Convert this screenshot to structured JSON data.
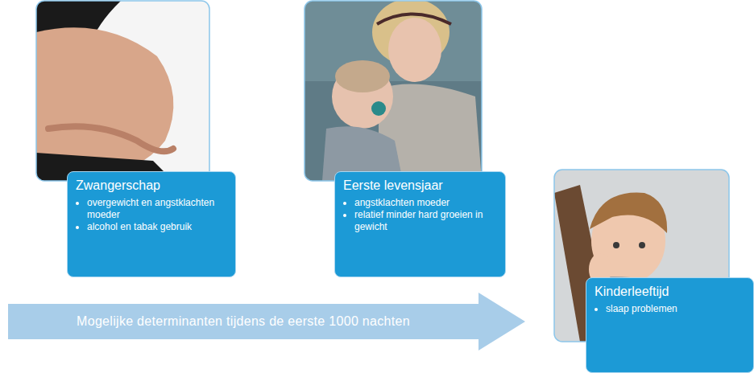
{
  "diagram": {
    "nodes": [
      {
        "text": [
          "Zwangerschap",
          "overgewicht en angstklachten moeder",
          "alcohol en tabak gebruik"
        ]
      },
      {
        "text": [
          "Eerste levensjaar",
          "angstklachten moeder",
          "relatief minder hard groeien in gewicht"
        ]
      },
      {
        "text": [
          "Kinderleeftijd",
          "slaap problemen"
        ]
      },
      {
        "text": [
          "Mogelijke determinanten tijdens de eerste 1000 nachten"
        ]
      }
    ]
  }
}
